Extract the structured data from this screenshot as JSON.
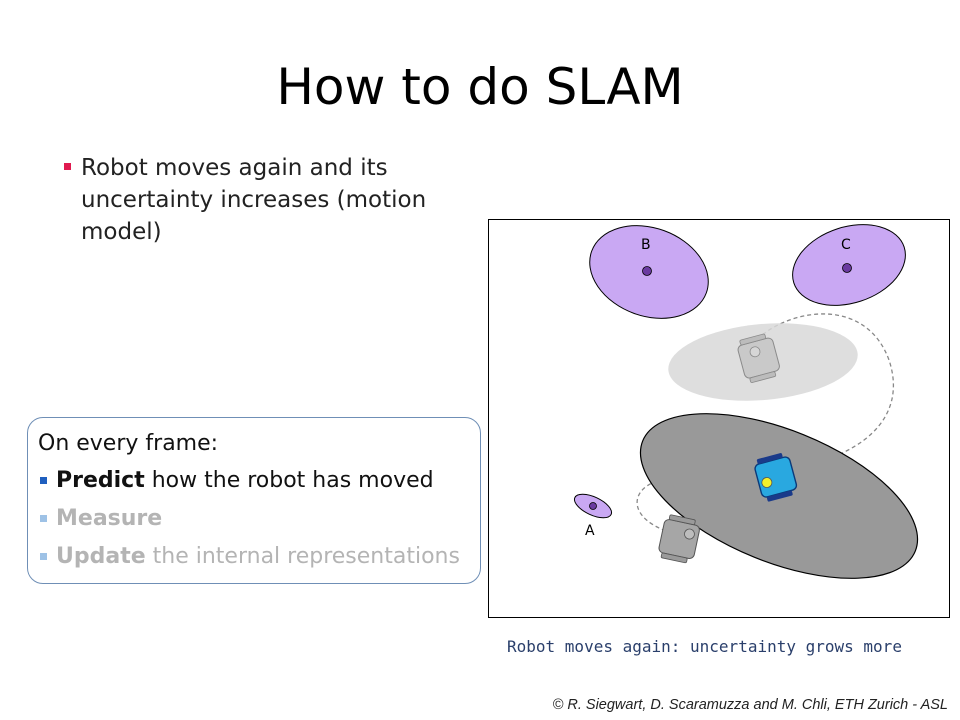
{
  "slide": {
    "title": "How to do SLAM",
    "bullet": "Robot moves again and its uncertainty increases (motion model)"
  },
  "frame_box": {
    "heading": "On every frame:",
    "items": [
      {
        "bold": "Predict",
        "rest": " how the robot has moved",
        "state": "active"
      },
      {
        "bold": "Measure",
        "rest": "",
        "state": "dim"
      },
      {
        "bold": "Update",
        "rest": " the internal representations",
        "state": "dim"
      }
    ]
  },
  "figure": {
    "landmarks": [
      {
        "label": "B",
        "color": "#c9a8f3"
      },
      {
        "label": "C",
        "color": "#c9a8f3"
      },
      {
        "label": "A",
        "color": "#c9a8f3"
      }
    ],
    "caption": "Robot moves again: uncertainty grows more"
  },
  "colors": {
    "accent_bullet": "#e01a4f",
    "active_bullet": "#1f5fbf",
    "landmark_fill": "#c9a8f3",
    "robot_current": "#29a8e0"
  },
  "credit": "© R. Siegwart, D. Scaramuzza and M. Chli, ETH Zurich - ASL"
}
